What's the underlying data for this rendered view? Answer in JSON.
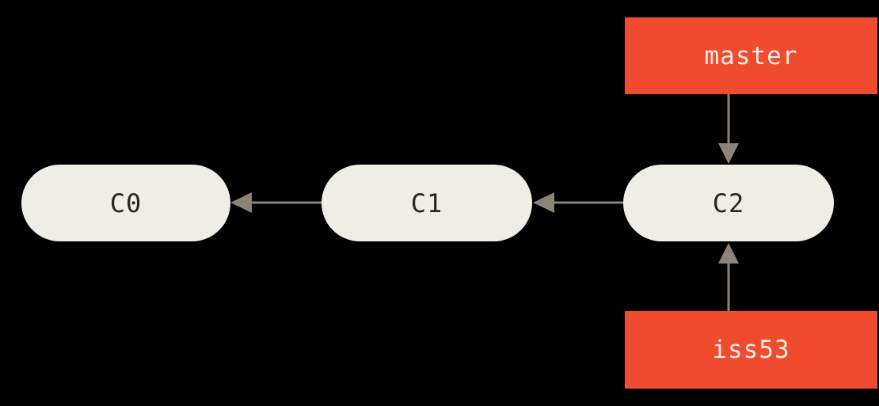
{
  "diagram": {
    "kind": "git-commit-history",
    "nodes": [
      {
        "id": "c0",
        "label": "C0"
      },
      {
        "id": "c1",
        "label": "C1"
      },
      {
        "id": "c2",
        "label": "C2"
      }
    ],
    "branches": [
      {
        "id": "master",
        "label": "master",
        "points_to": "C2"
      },
      {
        "id": "iss53",
        "label": "iss53",
        "points_to": "C2"
      }
    ],
    "edges": [
      {
        "from": "C1",
        "to": "C0",
        "direction": "left"
      },
      {
        "from": "C2",
        "to": "C1",
        "direction": "left"
      },
      {
        "from": "master",
        "to": "C2",
        "direction": "down"
      },
      {
        "from": "iss53",
        "to": "C2",
        "direction": "up"
      }
    ]
  },
  "colors": {
    "background": "#000000",
    "commit_fill": "#efeee4",
    "commit_text": "#262620",
    "branch_fill": "#f04b2e",
    "branch_text": "#efeee4",
    "arrow": "#8c8577"
  }
}
